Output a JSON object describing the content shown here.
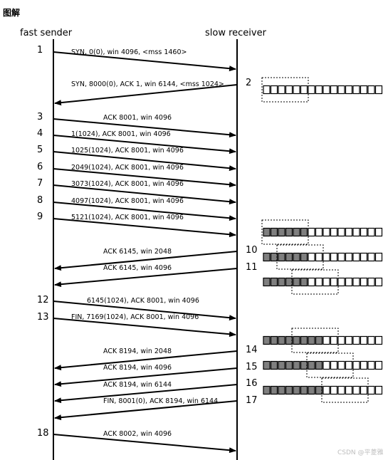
{
  "heading": "图解",
  "sender_label": "fast sender",
  "receiver_label": "slow receiver",
  "watermark": "CSDN @平菱雅",
  "messages": [
    {
      "num": "1",
      "dir": "s2r",
      "text": "SYN, 0(0), win 4096, <mss 1460>"
    },
    {
      "num": "2",
      "dir": "r2s",
      "text": "SYN, 8000(0), ACK 1, win 6144, <mss 1024>"
    },
    {
      "num": "3",
      "dir": "s2r",
      "text": "ACK 8001, win 4096"
    },
    {
      "num": "4",
      "dir": "s2r",
      "text": "1(1024), ACK 8001, win 4096"
    },
    {
      "num": "5",
      "dir": "s2r",
      "text": "1025(1024), ACK 8001, win 4096"
    },
    {
      "num": "6",
      "dir": "s2r",
      "text": "2049(1024), ACK 8001, win 4096"
    },
    {
      "num": "7",
      "dir": "s2r",
      "text": "3073(1024), ACK 8001, win 4096"
    },
    {
      "num": "8",
      "dir": "s2r",
      "text": "4097(1024), ACK 8001, win 4096"
    },
    {
      "num": "9",
      "dir": "s2r",
      "text": "5121(1024), ACK 8001, win 4096"
    },
    {
      "num": "10",
      "dir": "r2s",
      "text": "ACK 6145, win 2048"
    },
    {
      "num": "11",
      "dir": "r2s",
      "text": "ACK 6145, win 4096"
    },
    {
      "num": "12",
      "dir": "s2r",
      "text": "6145(1024), ACK 8001, win 4096"
    },
    {
      "num": "13",
      "dir": "s2r",
      "text": "FIN, 7169(1024), ACK 8001, win 4096"
    },
    {
      "num": "14",
      "dir": "r2s",
      "text": "ACK 8194, win 2048"
    },
    {
      "num": "15",
      "dir": "r2s",
      "text": "ACK 8194, win 4096"
    },
    {
      "num": "16",
      "dir": "r2s",
      "text": "ACK 8194, win 6144"
    },
    {
      "num": "17",
      "dir": "r2s",
      "text": "FIN, 8001(0), ACK 8194, win 6144"
    },
    {
      "num": "18",
      "dir": "s2r",
      "text": "ACK 8002, win 4096"
    }
  ],
  "buffers": [
    {
      "filled": 0,
      "window_start": 0,
      "window_len": 6
    },
    {
      "filled": 6,
      "window_start": 0,
      "window_len": 6
    },
    {
      "filled": 6,
      "window_start": 2,
      "window_len": 6
    },
    {
      "filled": 6,
      "window_start": 4,
      "window_len": 6
    },
    {
      "filled": 8,
      "window_start": 4,
      "window_len": 6
    },
    {
      "filled": 8,
      "window_start": 6,
      "window_len": 6
    },
    {
      "filled": 8,
      "window_start": 8,
      "window_len": 6
    }
  ],
  "colors": {
    "line": "#000000",
    "filled_cell": "#7f7f7f",
    "empty_cell": "#ffffff"
  }
}
